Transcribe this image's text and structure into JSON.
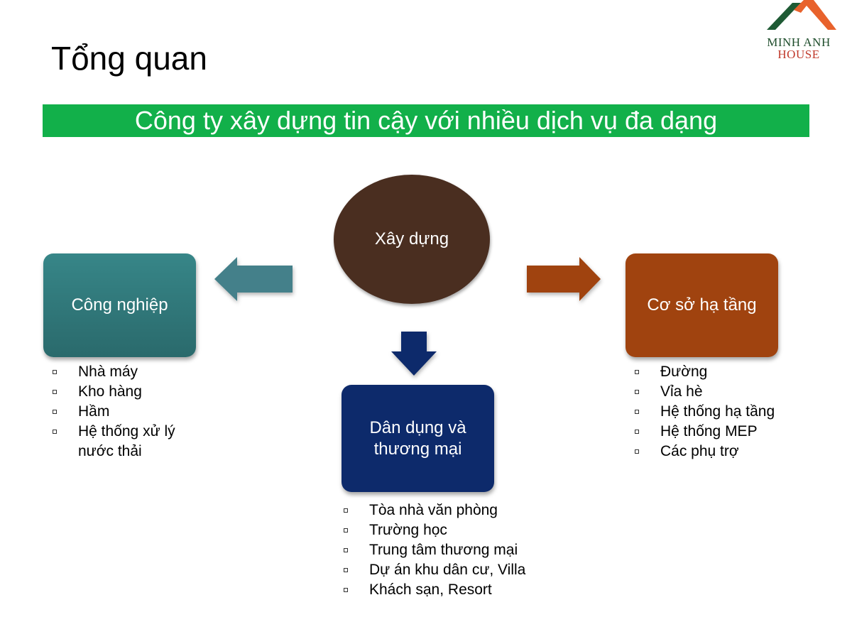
{
  "logo": {
    "line1": "MINH ANH",
    "line2": "HOUSE",
    "colors": {
      "green": "#1e5a34",
      "orange": "#e8622c",
      "line1": "#1e4d2b",
      "line2": "#c0392b"
    }
  },
  "page": {
    "title": "Tổng quan",
    "banner": "Công ty xây dựng tin cậy với nhiều dịch vụ đa dạng",
    "banner_color": "#12b04a"
  },
  "diagram": {
    "center": {
      "label": "Xây dựng",
      "color": "#4a2e20"
    },
    "nodes": [
      {
        "id": "left",
        "label": "Công nghiệp",
        "color": "#317a7c",
        "arrow_color": "#44808a",
        "arrow_direction": "left",
        "items": [
          "Nhà máy",
          "Kho hàng",
          "Hầm",
          "Hệ thống xử lý nước thải"
        ]
      },
      {
        "id": "center",
        "label": "Dân dụng và thương mại",
        "color": "#0d2a6b",
        "arrow_color": "#0d2a6b",
        "arrow_direction": "down",
        "items": [
          "Tòa nhà văn phòng",
          "Trường học",
          "Trung tâm thương mại",
          "Dự án khu dân cư, Villa",
          "Khách sạn, Resort"
        ]
      },
      {
        "id": "right",
        "label": "Cơ sở hạ tầng",
        "color": "#a0430f",
        "arrow_color": "#a0430f",
        "arrow_direction": "right",
        "items": [
          "Đường",
          "Vỉa hè",
          "Hệ thống hạ tầng",
          "Hệ thống MEP",
          "Các phụ trợ"
        ]
      }
    ]
  }
}
